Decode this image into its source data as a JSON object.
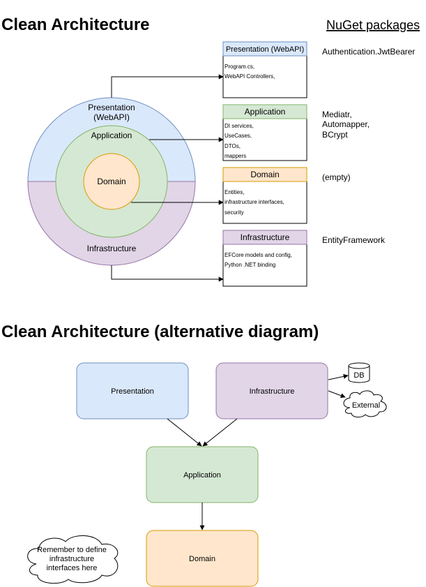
{
  "headings": {
    "main": "Clean Architecture",
    "nuget": "NuGet packages",
    "alternative": "Clean Architecture (alternative diagram)"
  },
  "onion": {
    "presentation_line1": "Presentation",
    "presentation_line2": "(WebAPI)",
    "application": "Application",
    "domain": "Domain",
    "infrastructure": "Infrastructure"
  },
  "cards": [
    {
      "title": "Presentation (WebAPI)",
      "lines": [
        "Program.cs,",
        "WebAPI Controllers,"
      ],
      "fill": "#dae8fc",
      "stroke": "#6c8ebf",
      "packages": [
        "Authentication.JwtBearer"
      ]
    },
    {
      "title": "Application",
      "lines": [
        "DI services,",
        "UseCases,",
        "DTOs,",
        "mappers"
      ],
      "fill": "#d5e8d4",
      "stroke": "#82b366",
      "packages": [
        "Mediatr,",
        "Automapper,",
        "BCrypt"
      ]
    },
    {
      "title": "Domain",
      "lines": [
        "Entities,",
        "infrastructure interfaces,",
        "security"
      ],
      "fill": "#ffe6cc",
      "stroke": "#d79b00",
      "packages": [
        "(empty)"
      ]
    },
    {
      "title": "Infrastructure",
      "lines": [
        "EFCore models and config,",
        "Python .NET binding"
      ],
      "fill": "#e1d5e7",
      "stroke": "#9673a6",
      "packages": [
        "EntityFramework"
      ]
    }
  ],
  "alt": {
    "presentation": "Presentation",
    "infrastructure": "Infrastructure",
    "application": "Application",
    "domain": "Domain",
    "db": "DB",
    "external": "External",
    "note_lines": [
      "Remember to define",
      "infrastructure",
      "interfaces here"
    ]
  },
  "colors": {
    "blue_fill": "#dae8fc",
    "blue_stroke": "#6c8ebf",
    "green_fill": "#d5e8d4",
    "green_stroke": "#82b366",
    "orange_fill": "#ffe6cc",
    "orange_stroke": "#d79b00",
    "purple_fill": "#e1d5e7",
    "purple_stroke": "#9673a6"
  }
}
